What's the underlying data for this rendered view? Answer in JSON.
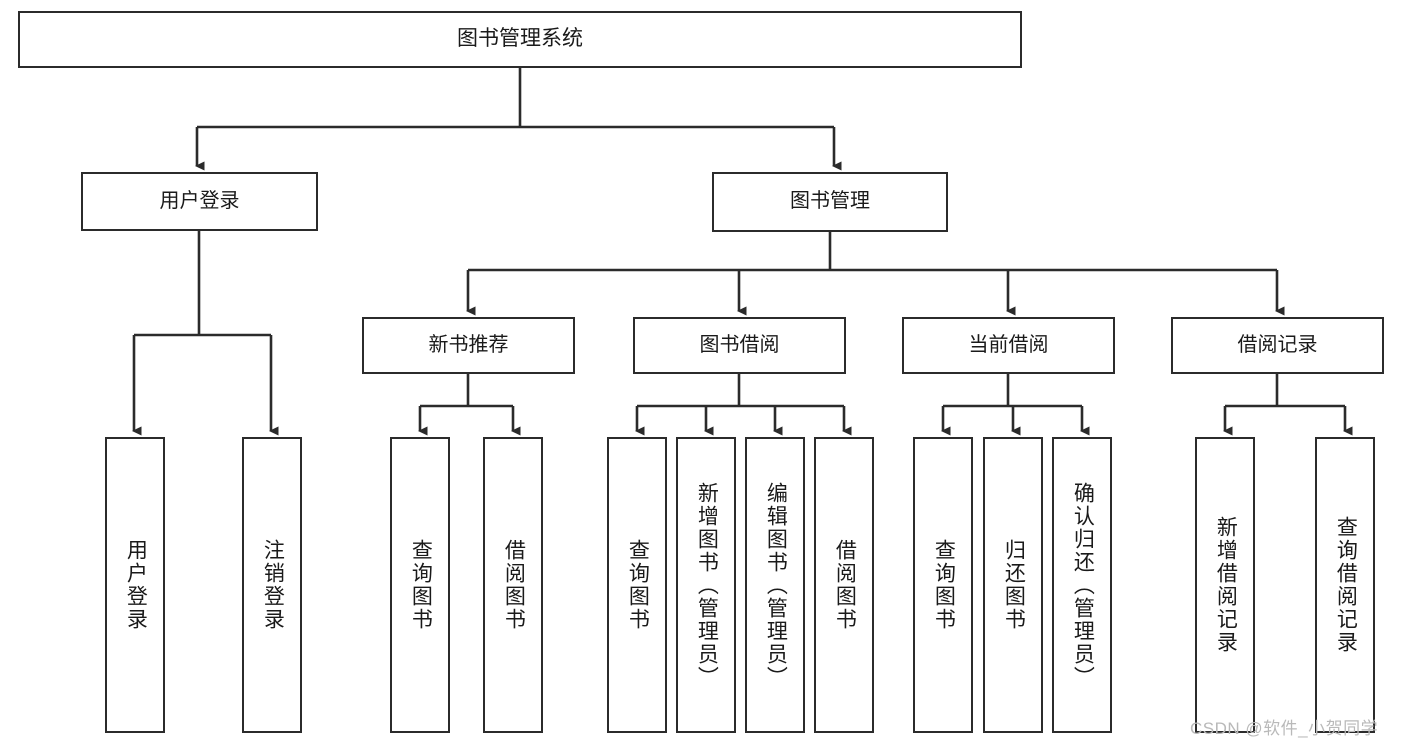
{
  "diagram": {
    "title": "图书管理系统",
    "type": "functional-structure-tree",
    "root": {
      "id": "root",
      "label": "图书管理系统"
    },
    "level1": [
      {
        "id": "user-login",
        "label": "用户登录"
      },
      {
        "id": "book-manage",
        "label": "图书管理"
      }
    ],
    "level2": [
      {
        "id": "new-book-recommend",
        "label": "新书推荐",
        "parent": "book-manage"
      },
      {
        "id": "book-borrow",
        "label": "图书借阅",
        "parent": "book-manage"
      },
      {
        "id": "current-borrow",
        "label": "当前借阅",
        "parent": "book-manage"
      },
      {
        "id": "borrow-record",
        "label": "借阅记录",
        "parent": "book-manage"
      }
    ],
    "leaves": [
      {
        "id": "leaf-user-login",
        "label": "用户登录",
        "parent": "user-login"
      },
      {
        "id": "leaf-user-logout",
        "label": "注销登录",
        "parent": "user-login"
      },
      {
        "id": "leaf-query-book-1",
        "label": "查询图书",
        "parent": "new-book-recommend"
      },
      {
        "id": "leaf-borrow-book-1",
        "label": "借阅图书",
        "parent": "new-book-recommend"
      },
      {
        "id": "leaf-query-book-2",
        "label": "查询图书",
        "parent": "book-borrow"
      },
      {
        "id": "leaf-add-book",
        "label": "新增图书（管理员）",
        "parent": "book-borrow"
      },
      {
        "id": "leaf-edit-book",
        "label": "编辑图书（管理员）",
        "parent": "book-borrow"
      },
      {
        "id": "leaf-borrow-book-2",
        "label": "借阅图书",
        "parent": "book-borrow"
      },
      {
        "id": "leaf-query-book-3",
        "label": "查询图书",
        "parent": "current-borrow"
      },
      {
        "id": "leaf-return-book",
        "label": "归还图书",
        "parent": "current-borrow"
      },
      {
        "id": "leaf-confirm-return",
        "label": "确认归还（管理员）",
        "parent": "current-borrow"
      },
      {
        "id": "leaf-add-record",
        "label": "新增借阅记录",
        "parent": "borrow-record"
      },
      {
        "id": "leaf-query-record",
        "label": "查询借阅记录",
        "parent": "borrow-record"
      }
    ]
  },
  "watermark": {
    "text": "CSDN @软件_小贺同学"
  },
  "colors": {
    "stroke": "#2b2b2b",
    "background": "#ffffff",
    "text": "#1a1a1a",
    "watermark": "#b9b9b9"
  }
}
